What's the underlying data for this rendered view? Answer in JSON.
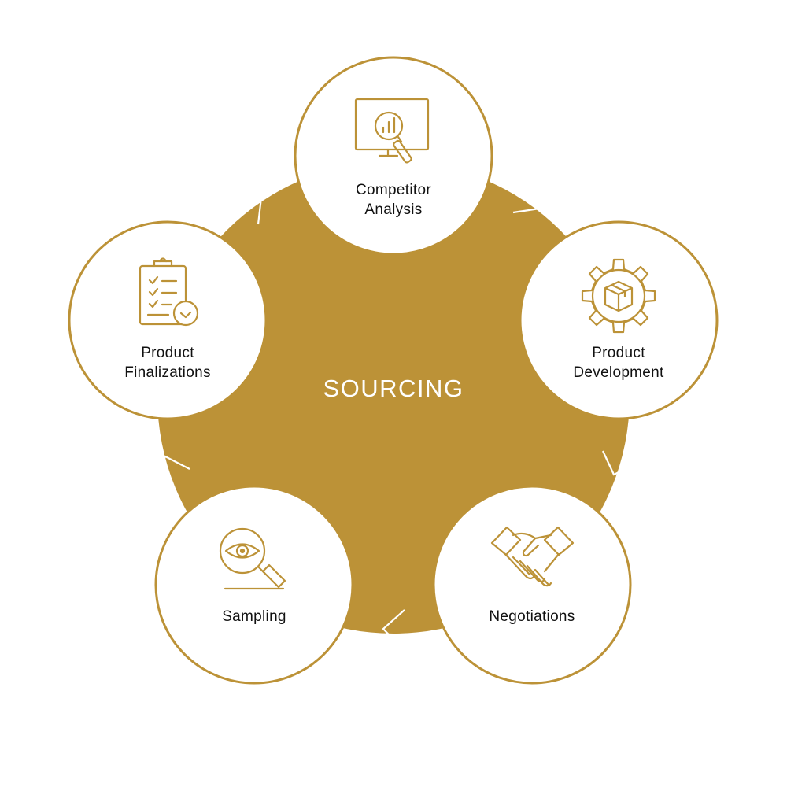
{
  "center": {
    "label": "SOURCING"
  },
  "colors": {
    "accent": "#bc9237",
    "circle_fill": "#ffffff",
    "text": "#111111",
    "arrow": "#ffffff"
  },
  "stages": [
    {
      "lines": [
        "Competitor",
        "Analysis"
      ],
      "icon": "monitor-chart-magnifier-icon"
    },
    {
      "lines": [
        "Product",
        "Development"
      ],
      "icon": "gear-box-icon"
    },
    {
      "lines": [
        "Negotiations"
      ],
      "icon": "handshake-icon"
    },
    {
      "lines": [
        "Sampling"
      ],
      "icon": "eye-magnifier-icon"
    },
    {
      "lines": [
        "Product",
        "Finalizations"
      ],
      "icon": "clipboard-checklist-clock-icon"
    }
  ],
  "flow": {
    "direction": "clockwise"
  }
}
